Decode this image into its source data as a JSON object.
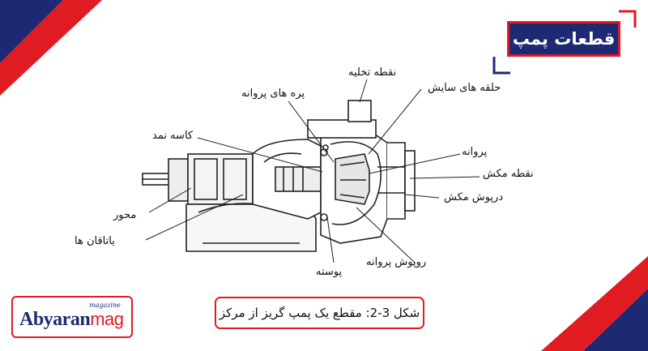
{
  "title": "قطعات پمپ",
  "caption": "شکل 3-2: مقطع یک پمپ گریز از مرکز",
  "logo": {
    "small": "magazine",
    "brand_part1": "Abyaran",
    "brand_part2": "mag"
  },
  "labels": {
    "discharge_point": "نقطه تخلیه",
    "impeller_blades": "پره های پروانه",
    "wear_rings": "حلقه های سایش",
    "gland": "کاسه نمد",
    "impeller": "پروانه",
    "suction_point": "نقطه مکش",
    "suction_cover": "درپوش مکش",
    "shaft": "محور",
    "bearings": "یاتاقان ها",
    "impeller_cover": "روپوش پروانه",
    "casing": "پوسته"
  },
  "colors": {
    "navy": "#1d2a73",
    "red": "#e11b22"
  }
}
